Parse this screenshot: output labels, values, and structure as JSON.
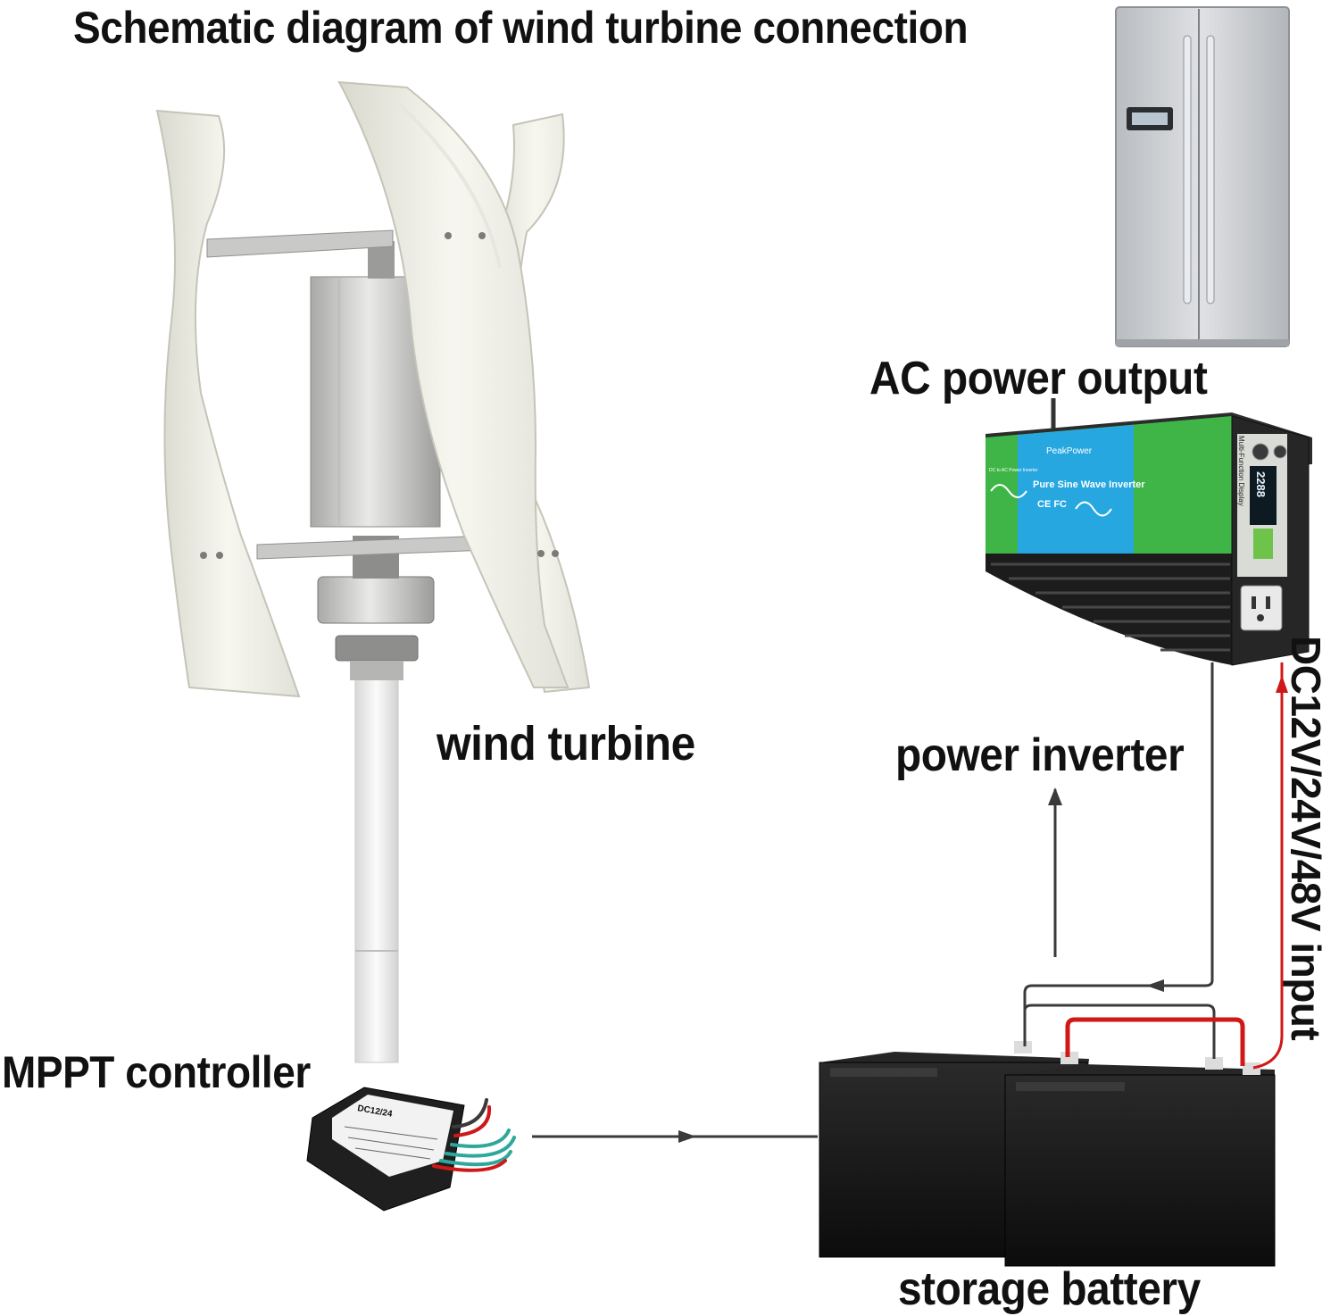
{
  "title": "Schematic diagram of wind turbine connection",
  "labels": {
    "ac_output": "AC power output",
    "wind_turbine": "wind turbine",
    "power_inverter": "power inverter",
    "mppt_controller": "MPPT controller",
    "storage_battery": "storage battery",
    "dc_input": "DC12V/24V/48V input"
  },
  "inverter_panel": {
    "brand": "PeakPower",
    "model": "Pure Sine Wave Inverter",
    "side_text": "DC to AC Power Inverter",
    "cert": "CE FC",
    "display_title": "Multi-Function Display",
    "display_value": "2288"
  },
  "controller_panel": {
    "model": "DC12/24"
  },
  "colors": {
    "wire_dark": "#3a3a3a",
    "wire_red": "#d01818",
    "inverter_green": "#3fb548",
    "inverter_blue": "#26a7e0",
    "battery": "#141414"
  }
}
